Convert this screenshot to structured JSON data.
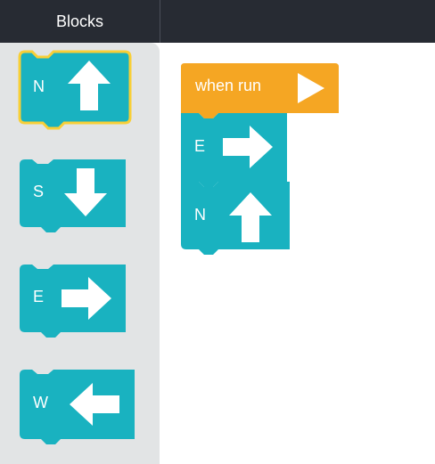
{
  "header": {
    "title": "Blocks"
  },
  "toolbox": {
    "blocks": [
      {
        "label": "N",
        "icon": "arrow-up-icon"
      },
      {
        "label": "S",
        "icon": "arrow-down-icon"
      },
      {
        "label": "E",
        "icon": "arrow-right-icon"
      },
      {
        "label": "W",
        "icon": "arrow-left-icon"
      }
    ]
  },
  "workspace": {
    "hat_block": {
      "label": "when run",
      "icon": "play-triangle-icon"
    },
    "stack": [
      {
        "label": "E",
        "icon": "arrow-right-icon"
      },
      {
        "label": "N",
        "icon": "arrow-up-icon"
      }
    ]
  },
  "colors": {
    "header": "#272b33",
    "toolbox": "#e2e4e5",
    "block": "#19b2c0",
    "hat": "#f5a623",
    "selected_outline": "#f8cf37"
  }
}
